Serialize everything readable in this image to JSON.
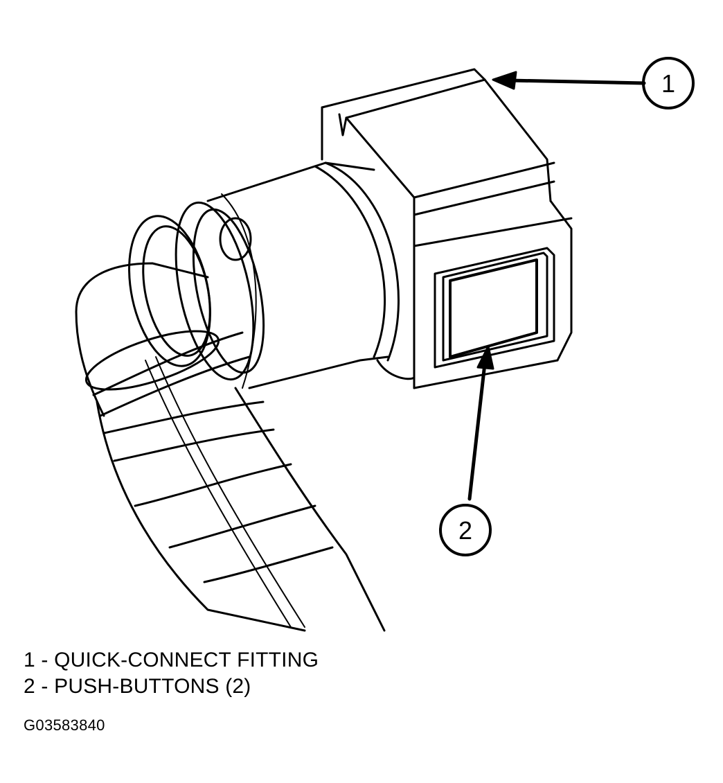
{
  "callouts": [
    {
      "number": "1"
    },
    {
      "number": "2"
    }
  ],
  "legend": [
    {
      "text": "1 - QUICK-CONNECT FITTING"
    },
    {
      "text": "2 - PUSH-BUTTONS (2)"
    }
  ],
  "figure_id": "G03583840",
  "colors": {
    "ink": "#000000",
    "paper": "#ffffff"
  }
}
